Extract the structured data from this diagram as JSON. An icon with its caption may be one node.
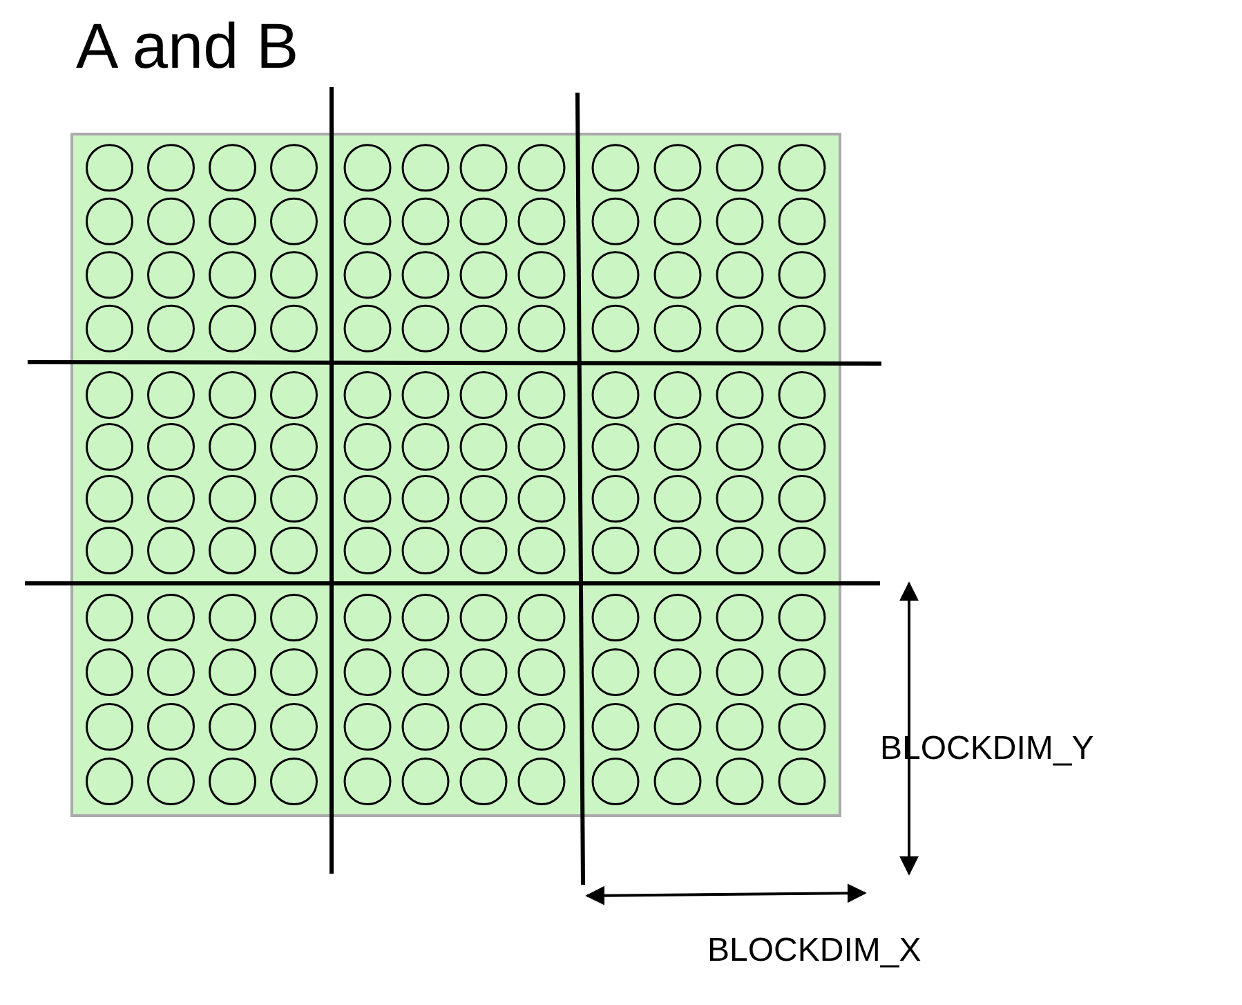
{
  "diagram": {
    "title": "A and B",
    "labels": [
      "BLOCKDIM_Y",
      "BLOCKDIM_X"
    ]
  }
}
